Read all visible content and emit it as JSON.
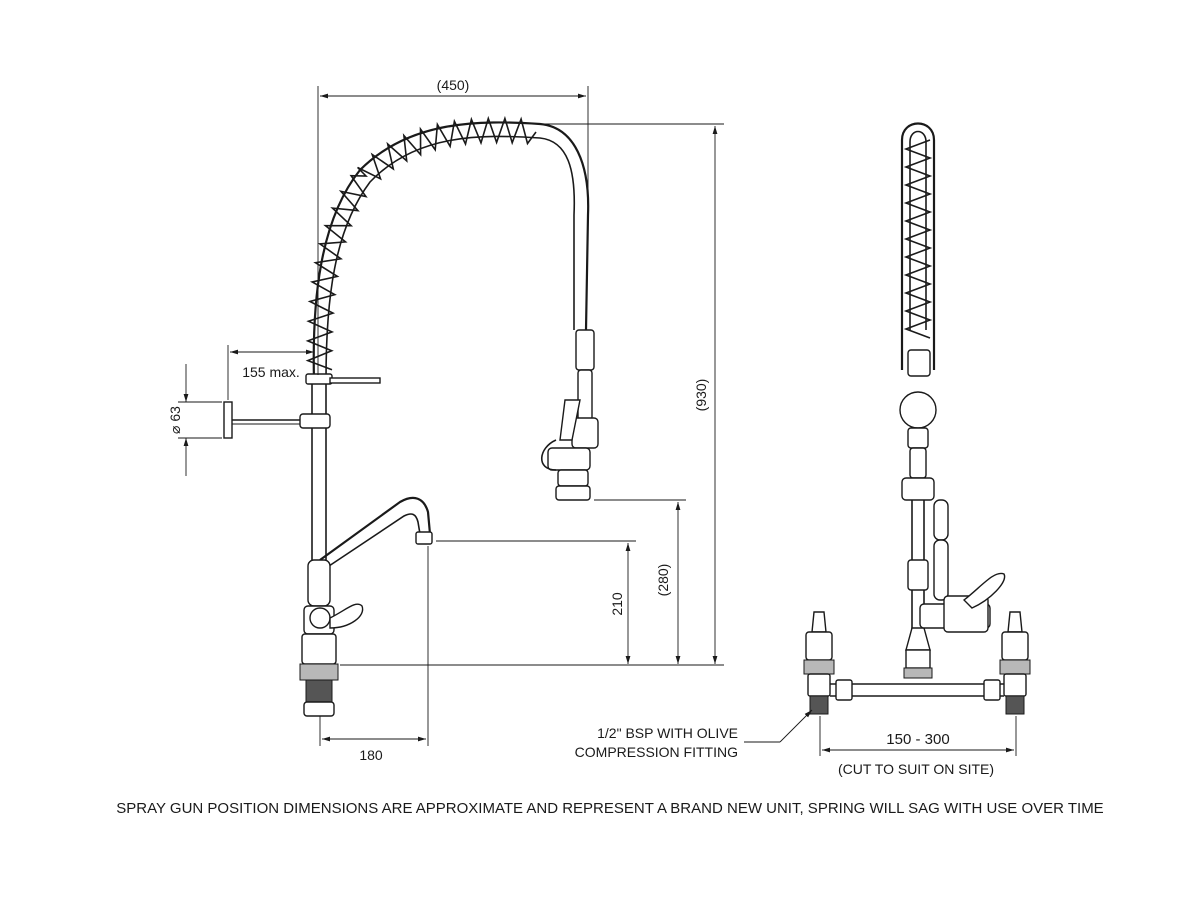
{
  "dimensions": {
    "width_450": "(450)",
    "height_930": "(930)",
    "height_280": "(280)",
    "height_210": "210",
    "reach_155": "155 max.",
    "dia_63": "⌀ 63",
    "spout_180": "180",
    "spacing": "150 - 300",
    "spacing_note": "(CUT TO SUIT ON SITE)"
  },
  "callout": {
    "line1": "1/2\" BSP WITH OLIVE",
    "line2": "COMPRESSION FITTING"
  },
  "footer_note": "SPRAY GUN POSITION DIMENSIONS ARE APPROXIMATE AND REPRESENT A BRAND NEW UNIT, SPRING WILL SAG WITH USE OVER TIME"
}
